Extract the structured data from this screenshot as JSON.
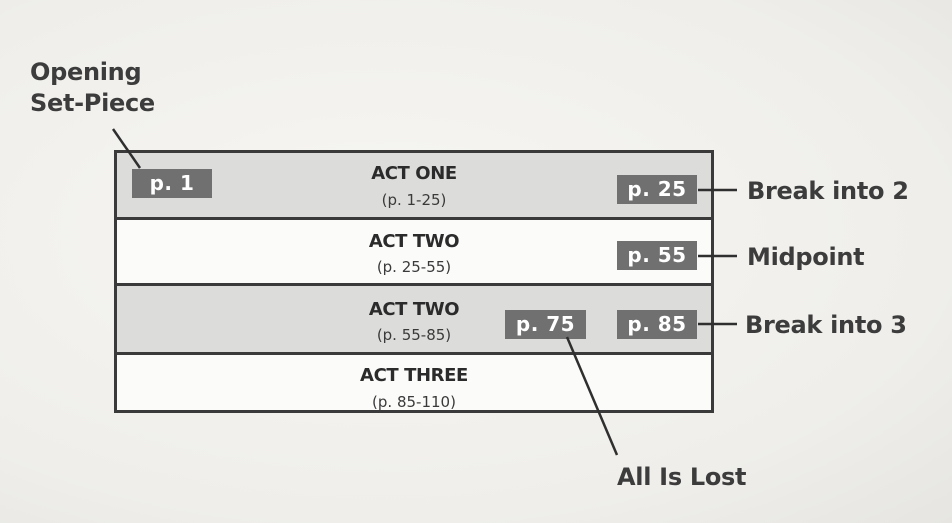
{
  "annotations": {
    "opening_line1": "Opening",
    "opening_line2": "Set-Piece",
    "break_into_2": "Break into 2",
    "midpoint": "Midpoint",
    "break_into_3": "Break into 3",
    "all_is_lost": "All Is Lost"
  },
  "acts": [
    {
      "title": "ACT ONE",
      "range": "(p. 1-25)"
    },
    {
      "title": "ACT TWO",
      "range": "(p. 25-55)"
    },
    {
      "title": "ACT TWO",
      "range": "(p. 55-85)"
    },
    {
      "title": "ACT THREE",
      "range": "(p. 85-110)"
    }
  ],
  "page_tags": {
    "p1": "p. 1",
    "p25": "p. 25",
    "p55": "p. 55",
    "p75": "p. 75",
    "p85": "p. 85"
  },
  "colors": {
    "tag_fill": "#6f706f",
    "shaded_row": "#dcddda",
    "border": "#3a3a3a"
  }
}
